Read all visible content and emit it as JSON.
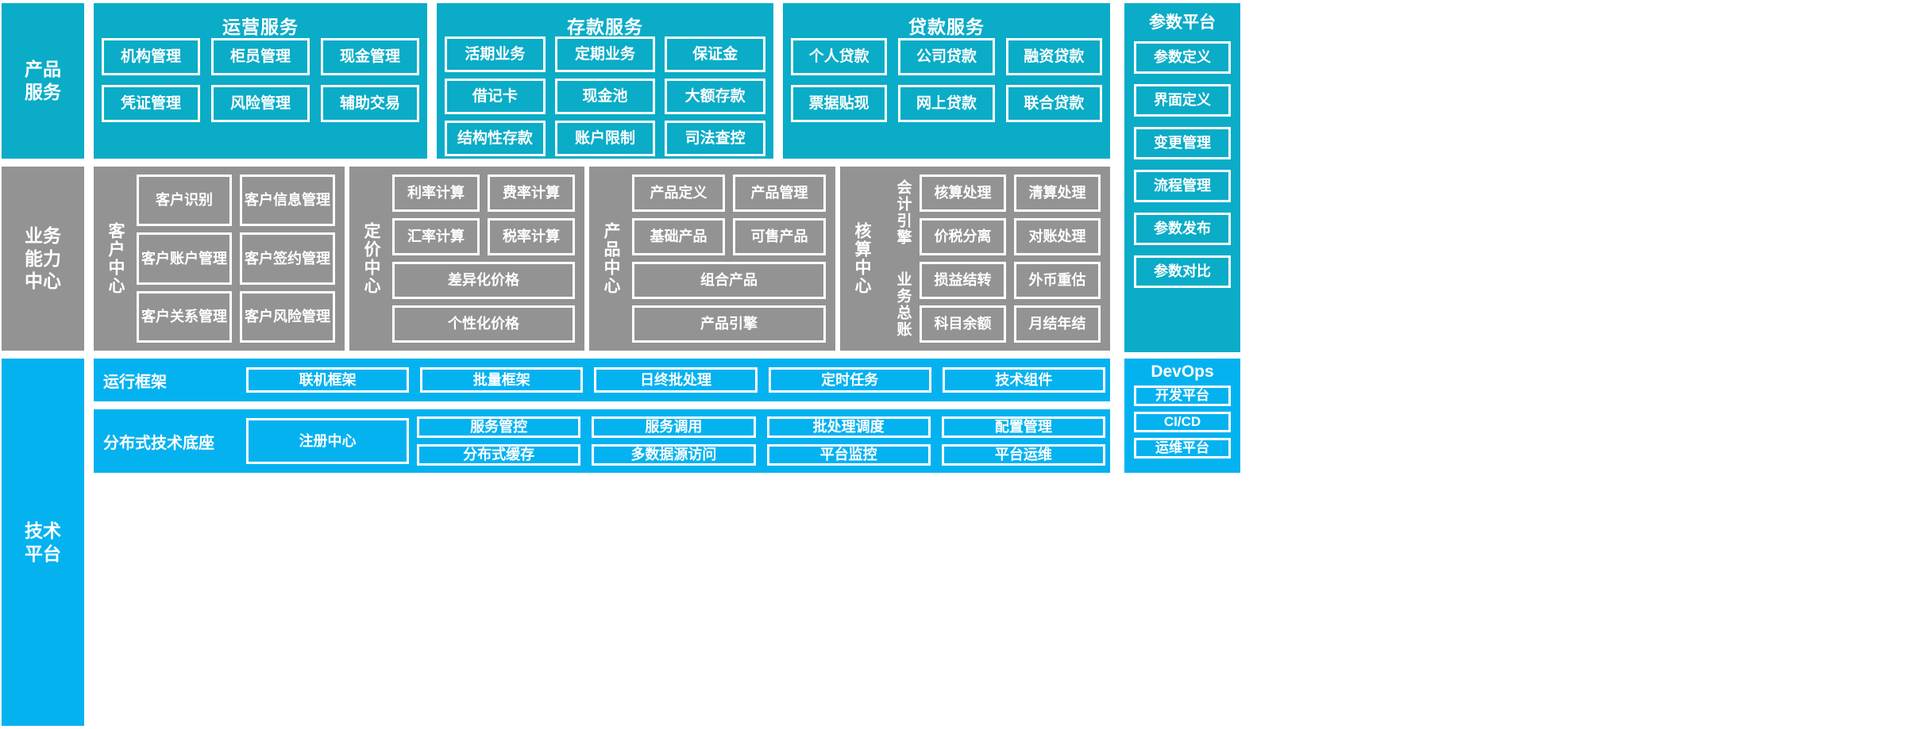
{
  "colors": {
    "teal": "#0aacc7",
    "bright_blue": "#04b2f0",
    "gray": "#939393",
    "border": "#ffffff"
  },
  "rows": {
    "product_services": {
      "side_label": "产品\n服务",
      "panels": [
        {
          "title": "运营服务",
          "items": [
            "机构管理",
            "柜员管理",
            "现金管理",
            "凭证管理",
            "风险管理",
            "辅助交易"
          ]
        },
        {
          "title": "存款服务",
          "items": [
            "活期业务",
            "定期业务",
            "保证金",
            "借记卡",
            "现金池",
            "大额存款",
            "结构性存款",
            "账户限制",
            "司法查控"
          ]
        },
        {
          "title": "贷款服务",
          "items": [
            "个人贷款",
            "公司贷款",
            "融资贷款",
            "票据贴现",
            "网上贷款",
            "联合贷款"
          ]
        }
      ]
    },
    "business_capability": {
      "side_label": "业务\n能力\n中心",
      "panels": [
        {
          "vlabel": "客户中心",
          "items": [
            "客户识别",
            "客户信息管理",
            "客户账户管理",
            "客户签约管理",
            "客户关系管理",
            "客户风险管理"
          ]
        },
        {
          "vlabel": "定价中心",
          "items": [
            "利率计算",
            "费率计算",
            "汇率计算",
            "税率计算",
            "差异化价格",
            "个性化价格"
          ]
        },
        {
          "vlabel": "产品中心",
          "items": [
            "产品定义",
            "产品管理",
            "基础产品",
            "可售产品",
            "组合产品",
            "产品引擎"
          ]
        },
        {
          "vlabel": "核算中心",
          "sub_labels": [
            "会计引擎",
            "业务总账"
          ],
          "items": [
            "核算处理",
            "清算处理",
            "价税分离",
            "对账处理",
            "损益结转",
            "外币重估",
            "科目余额",
            "月结年结"
          ]
        }
      ]
    },
    "technology_platform": {
      "side_label": "技术\n平台",
      "run_framework": {
        "label": "运行框架",
        "items": [
          "联机框架",
          "批量框架",
          "日终批处理",
          "定时任务",
          "技术组件"
        ]
      },
      "distributed_base": {
        "label": "分布式技术底座",
        "registry": "注册中心",
        "items": [
          "服务管控",
          "服务调用",
          "批处理调度",
          "配置管理",
          "分布式缓存",
          "多数据源访问",
          "平台监控",
          "平台运维"
        ]
      }
    }
  },
  "right_columns": {
    "parameter_platform": {
      "title": "参数平台",
      "items": [
        "参数定义",
        "界面定义",
        "变更管理",
        "流程管理",
        "参数发布",
        "参数对比"
      ]
    },
    "devops": {
      "title": "DevOps",
      "items": [
        "开发平台",
        "CI/CD",
        "运维平台"
      ]
    }
  }
}
